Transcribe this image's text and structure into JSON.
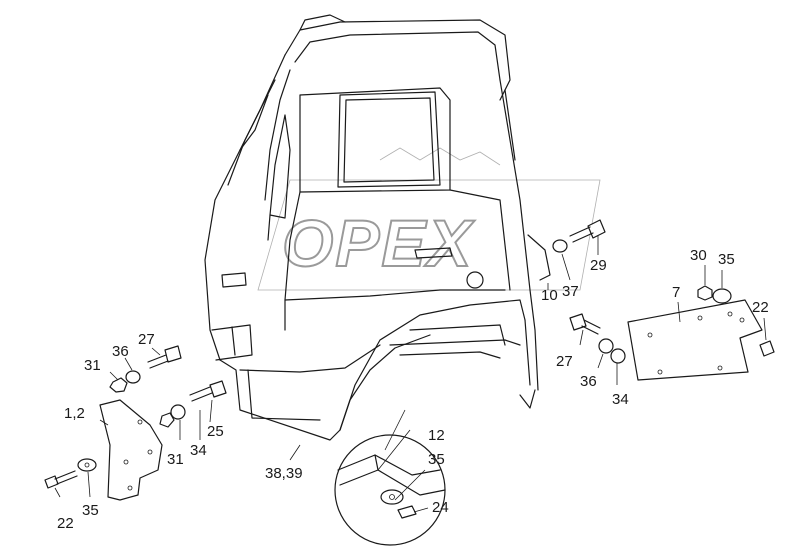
{
  "watermark": "OPEX",
  "callouts": {
    "c_1_2": "1,2",
    "c_7": "7",
    "c_10": "10",
    "c_12": "12",
    "c_22_left": "22",
    "c_22_right": "22",
    "c_24": "24",
    "c_25": "25",
    "c_27_left": "27",
    "c_27_right": "27",
    "c_29": "29",
    "c_30": "30",
    "c_31_top": "31",
    "c_31_bottom": "31",
    "c_34_left": "34",
    "c_34_right": "34",
    "c_35_left": "35",
    "c_35_bracket": "35",
    "c_35_detail": "35",
    "c_36_left": "36",
    "c_36_right": "36",
    "c_37": "37",
    "c_38_39": "38,39"
  }
}
